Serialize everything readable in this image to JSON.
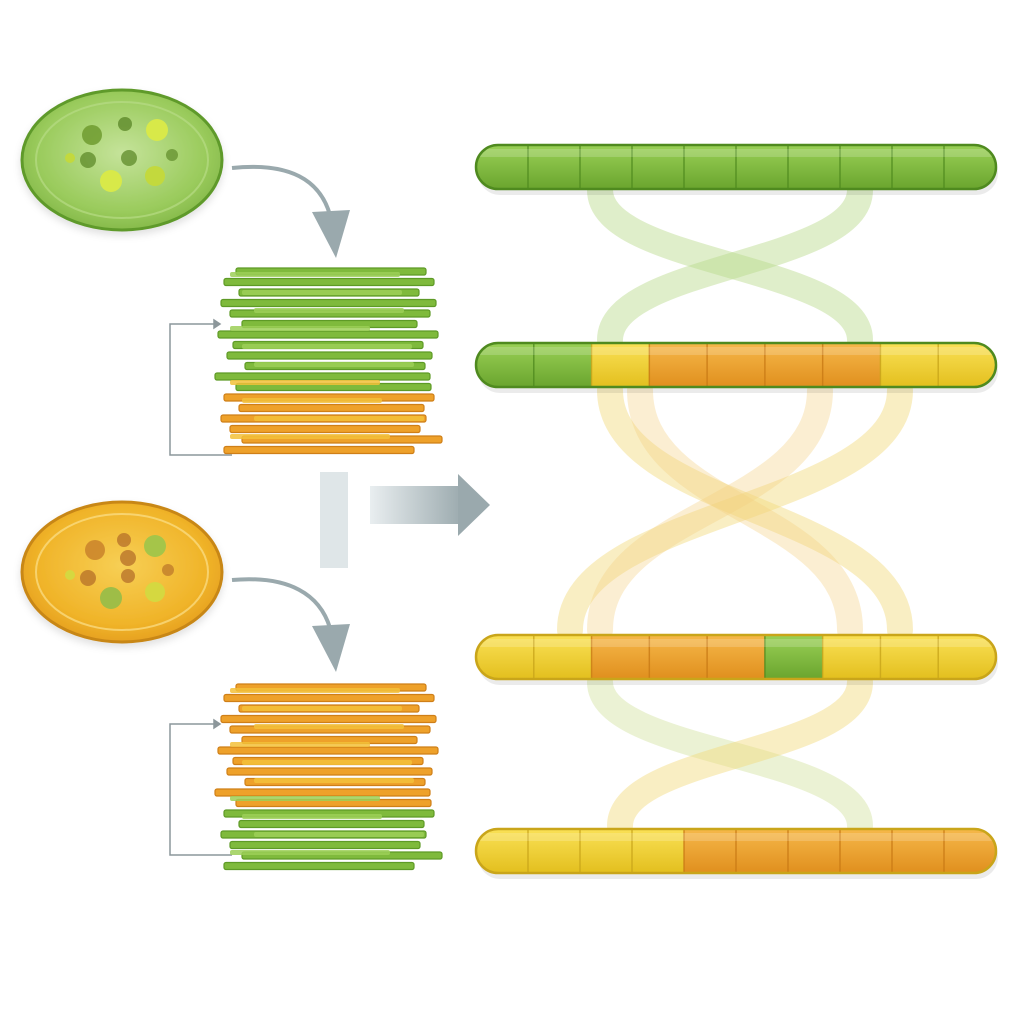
{
  "palette": {
    "green": "#7fba3c",
    "green_dark": "#5e9a26",
    "green_light": "#a9d46a",
    "yellow": "#f2d22a",
    "yellow_dark": "#d9b21c",
    "orange": "#eea12a",
    "orange_dark": "#cf7f18",
    "arrow": "#9aa9ad",
    "outline": "#6d7a80"
  },
  "cells": [
    {
      "id": "green-cell",
      "color": "green",
      "icon": "cell-icon"
    },
    {
      "id": "orange-cell",
      "color": "orange",
      "icon": "cell-icon"
    }
  ],
  "stacks": [
    {
      "id": "stack-1",
      "segments_top": "green",
      "segments_bottom": "orange"
    },
    {
      "id": "stack-2",
      "segments_top": "orange",
      "segments_bottom": "green"
    }
  ],
  "chromosome_bars": [
    {
      "id": "bar-1",
      "segments": [
        "green",
        "green",
        "green",
        "green",
        "green",
        "green",
        "green",
        "green",
        "green",
        "green"
      ]
    },
    {
      "id": "bar-2",
      "segments": [
        "green",
        "green",
        "yellow",
        "orange",
        "orange",
        "orange",
        "orange",
        "yellow",
        "yellow"
      ]
    },
    {
      "id": "bar-3",
      "segments": [
        "yellow",
        "yellow",
        "orange",
        "orange",
        "orange",
        "green",
        "yellow",
        "yellow",
        "yellow"
      ]
    },
    {
      "id": "bar-4",
      "segments": [
        "yellow",
        "yellow",
        "yellow",
        "yellow",
        "orange",
        "orange",
        "orange",
        "orange",
        "orange",
        "orange"
      ]
    }
  ]
}
